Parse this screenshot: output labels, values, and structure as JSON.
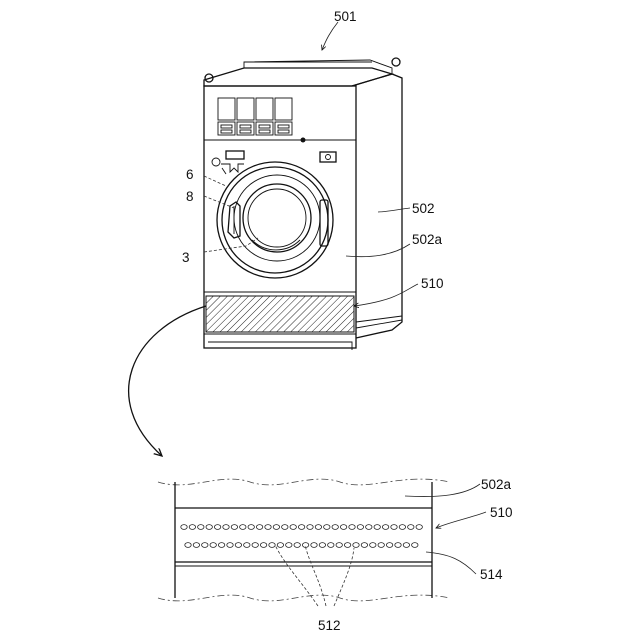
{
  "labels": {
    "machine": "501",
    "cabinet": "502",
    "front_panel": "502a",
    "lower_panel": "510",
    "panel_detail_front": "502a",
    "panel_detail": "510",
    "rear_plate": "514",
    "holes": "512",
    "part_6": "6",
    "part_8": "8",
    "part_3": "3"
  }
}
